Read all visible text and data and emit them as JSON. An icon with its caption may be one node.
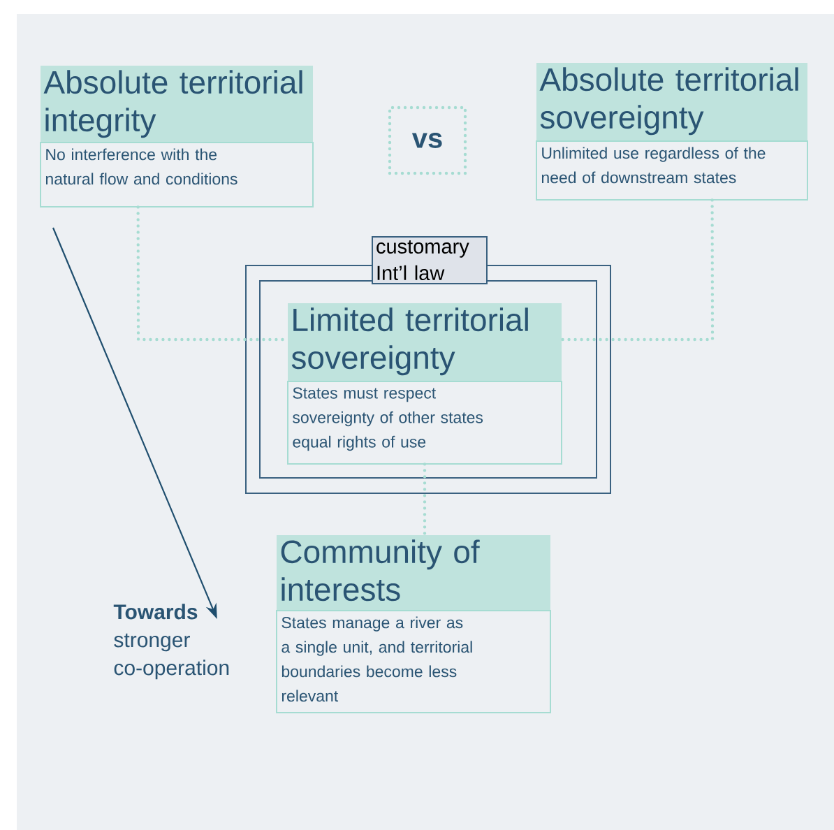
{
  "diagram": {
    "nodes": [
      {
        "text": [
          "Absolute territorial integrity",
          "No interference with the natural flow and conditions"
        ]
      },
      {
        "text": [
          "vs"
        ]
      },
      {
        "text": [
          "Absolute territorial sovereignty",
          "Unlimited use regardless of the need of downstream states"
        ]
      },
      {
        "text": [
          "customary Int’l law"
        ]
      },
      {
        "text": [
          "Limited territorial sovereignty",
          "States must respect sovereignty of other states equal rights of use"
        ],
        "in": 3
      },
      {
        "text": [
          "Community of interests",
          "States manage a river as a single unit, and territorial boundaries become less relevant"
        ]
      },
      {
        "text": [
          "**Towards** stronger co-operation"
        ]
      }
    ],
    "edges": [
      {
        "from": 0,
        "to": 4,
        "arrow": "none",
        "style": "dashed"
      },
      {
        "from": 2,
        "to": 4,
        "arrow": "none",
        "style": "dashed"
      },
      {
        "from": 4,
        "to": 5,
        "arrow": "none",
        "style": "dashed"
      },
      {
        "from": null,
        "to": 6,
        "arrow": "to",
        "color": "#1f4e6e"
      }
    ]
  }
}
